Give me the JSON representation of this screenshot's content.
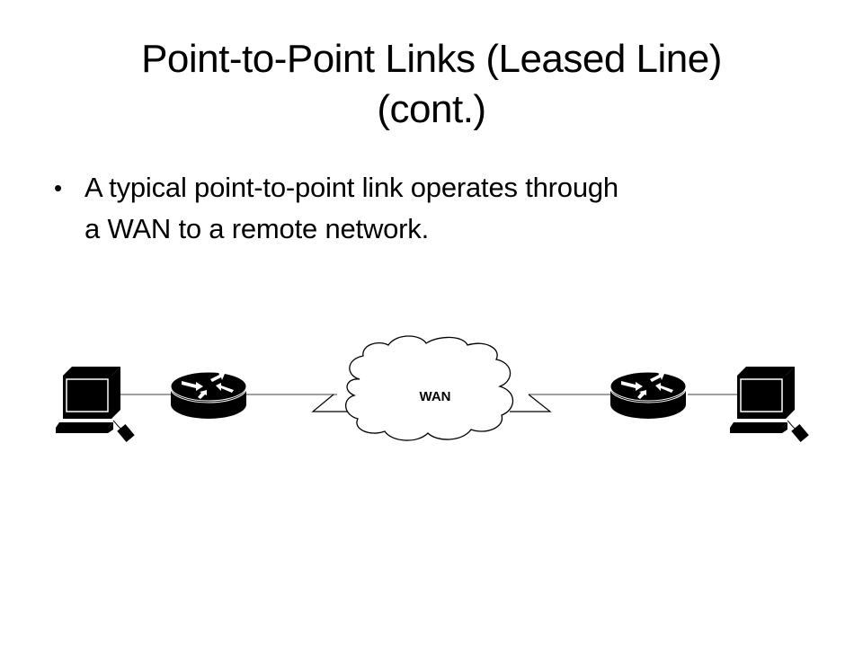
{
  "slide": {
    "title_line1": "Point-to-Point Links (Leased Line)",
    "title_line2": "(cont.)",
    "bullets": [
      {
        "line1": "A typical point-to-point link operates through",
        "line2": "a WAN to a remote network."
      }
    ],
    "bullet_glyph": "•"
  },
  "diagram": {
    "nodes": [
      {
        "id": "pc-left",
        "type": "workstation",
        "icon": "computer-icon"
      },
      {
        "id": "router-left",
        "type": "router",
        "icon": "router-icon"
      },
      {
        "id": "wan-cloud",
        "type": "cloud",
        "icon": "cloud-icon",
        "label": "WAN"
      },
      {
        "id": "router-right",
        "type": "router",
        "icon": "router-icon"
      },
      {
        "id": "pc-right",
        "type": "workstation",
        "icon": "computer-icon"
      }
    ],
    "links": [
      {
        "from": "pc-left",
        "to": "router-left",
        "type": "ethernet"
      },
      {
        "from": "router-left",
        "to": "wan-cloud",
        "type": "serial"
      },
      {
        "from": "wan-cloud",
        "to": "router-right",
        "type": "serial"
      },
      {
        "from": "router-right",
        "to": "pc-right",
        "type": "ethernet"
      }
    ],
    "colors": {
      "link_line": "#a0a0a0",
      "device_fill": "#000000",
      "cloud_stroke": "#000000",
      "cloud_fill": "#ffffff"
    }
  }
}
